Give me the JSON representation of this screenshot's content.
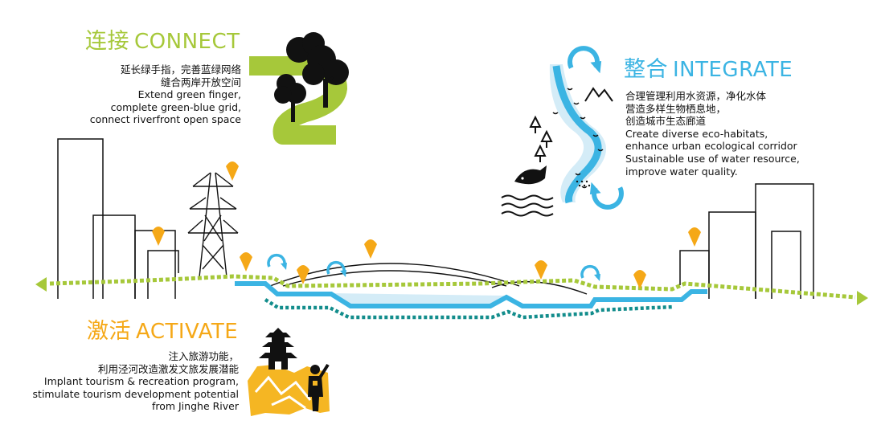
{
  "colors": {
    "green": "#a6c83a",
    "blue": "#3bb4e3",
    "teal": "#138d8c",
    "orange": "#f5a817",
    "light_blue": "#d4ecf7",
    "black": "#111111"
  },
  "connect": {
    "title_zh": "连接",
    "title_en": "CONNECT",
    "lines": [
      "延长绿手指，完善蓝绿网络",
      "缝合两岸开放空间",
      "Extend green finger,",
      "complete green-blue grid,",
      "connect riverfront open space"
    ]
  },
  "integrate": {
    "title_zh": "整合",
    "title_en": "INTEGRATE",
    "lines": [
      "合理管理利用水资源，净化水体",
      "营造多样生物栖息地，",
      "创造城市生态廊道",
      "Create diverse eco-habitats,",
      "enhance urban ecological corridor",
      "Sustainable use of water resource,",
      "improve water quality."
    ]
  },
  "activate": {
    "title_zh": "激活",
    "title_en": "ACTIVATE",
    "lines": [
      "注入旅游功能，",
      "利用泾河改造激发文旅发展潜能",
      "Implant tourism & recreation program,",
      "stimulate tourism development potential",
      "from Jinghe River"
    ]
  },
  "icons": {
    "connect": [
      "tree-icon",
      "green-finger-icon"
    ],
    "integrate": [
      "circular-arrow-icon",
      "river-icon",
      "mountain-icon",
      "pine-tree-icon",
      "fish-icon",
      "wave-icon"
    ],
    "activate": [
      "pagoda-icon",
      "person-waving-icon",
      "map-icon"
    ],
    "diagram": [
      "building-outline-icon",
      "power-tower-icon",
      "bridge-icon",
      "location-pin-icon",
      "circular-arrow-icon"
    ]
  }
}
